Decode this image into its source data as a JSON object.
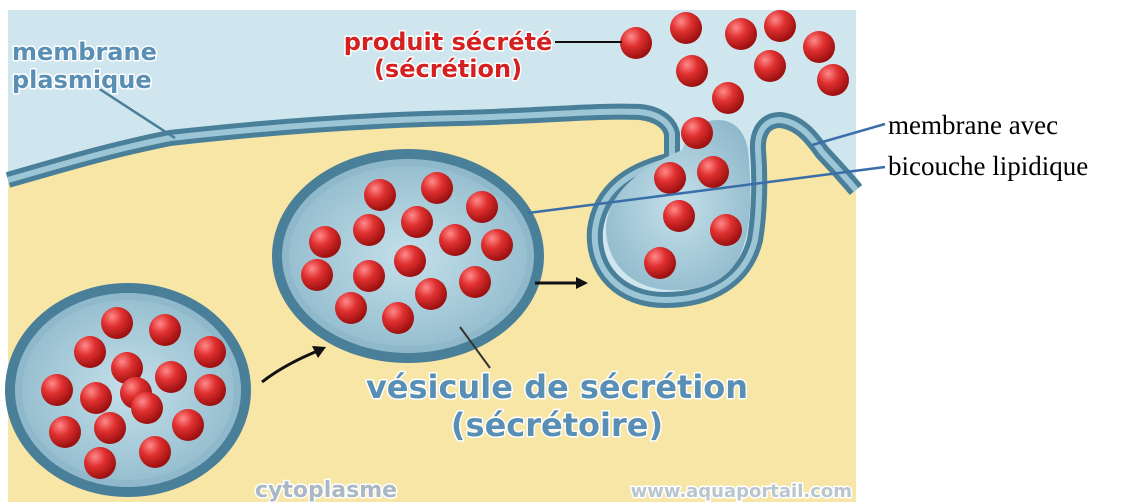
{
  "labels": {
    "plasma_membrane_line1": "membrane",
    "plasma_membrane_line2": "plasmique",
    "secreted_product_line1": "produit sécrété",
    "secreted_product_line2": "(sécrétion)",
    "vesicle_line1": "vésicule de sécrétion",
    "vesicle_line2": "(sécrétoire)",
    "cytoplasm": "cytoplasme",
    "watermark": "www.aquaportail.com"
  },
  "annotation": {
    "line1": "membrane avec",
    "line2": "bicouche lipidique"
  },
  "colors": {
    "extracellular": "#cfe6ee",
    "cytoplasm": "#f7e6a6",
    "membrane": "#4a7f99",
    "vesicle_fill": "#9fc6d6",
    "granule": "#d32a2a",
    "label_red": "#d42020",
    "label_blue": "#5a8fb5",
    "annotation_line": "#3a6ea8"
  }
}
